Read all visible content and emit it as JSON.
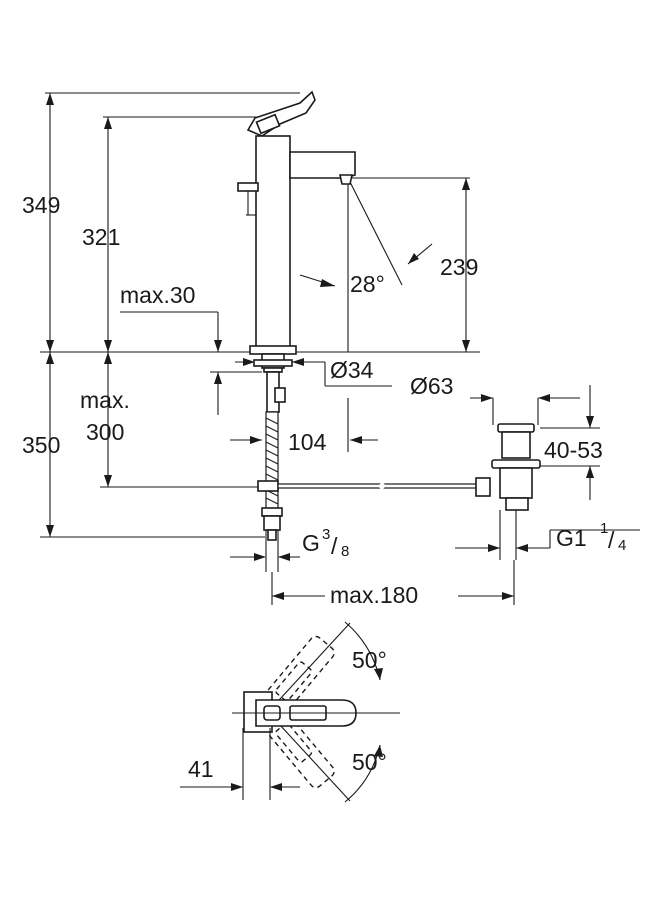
{
  "dimensions": {
    "total_height": "349",
    "body_height": "321",
    "spout_height": "239",
    "spout_angle": "28°",
    "max_deck": "max.30",
    "hole_dia": "Ø34",
    "below_line1": "max.",
    "below_line2": "300",
    "below_total": "350",
    "spout_reach": "104",
    "waste_dia": "Ø63",
    "waste_adj": "40-53",
    "conn_g": "G",
    "conn_num": "3",
    "conn_den": "8",
    "waste_g": "G1",
    "waste_num": "1",
    "waste_den": "4",
    "max_reach": "max.180",
    "rot_top": "50°",
    "rot_bottom": "50°",
    "lever_offset": "41"
  }
}
